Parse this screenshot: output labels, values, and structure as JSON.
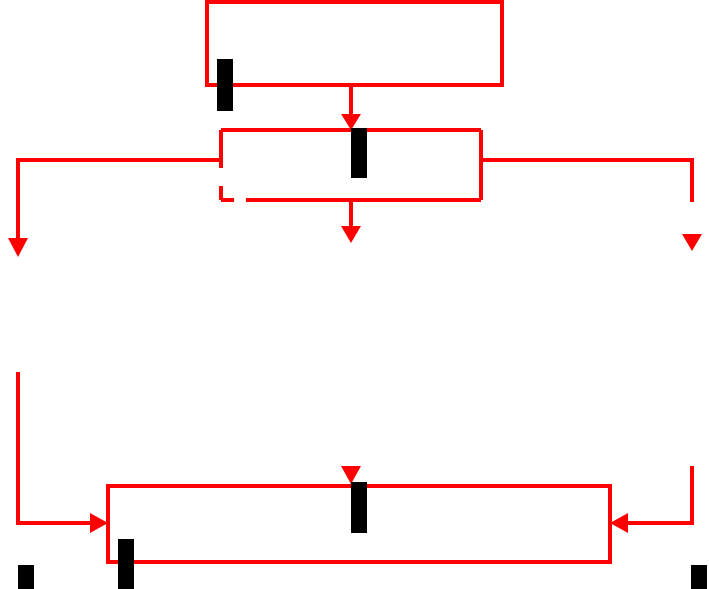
{
  "diagram": {
    "stroke_color": "#ff0000",
    "marker_color": "#000000",
    "background": "#ffffff",
    "boxes": [
      {
        "id": "top-box"
      },
      {
        "id": "middle-box"
      },
      {
        "id": "bottom-box"
      }
    ],
    "markers": [
      {
        "id": "marker-top-box"
      },
      {
        "id": "marker-middle-box"
      },
      {
        "id": "marker-bottom-box-center"
      },
      {
        "id": "marker-bottom-box-left"
      },
      {
        "id": "marker-bottom-left-corner"
      },
      {
        "id": "marker-bottom-right-corner"
      }
    ]
  }
}
